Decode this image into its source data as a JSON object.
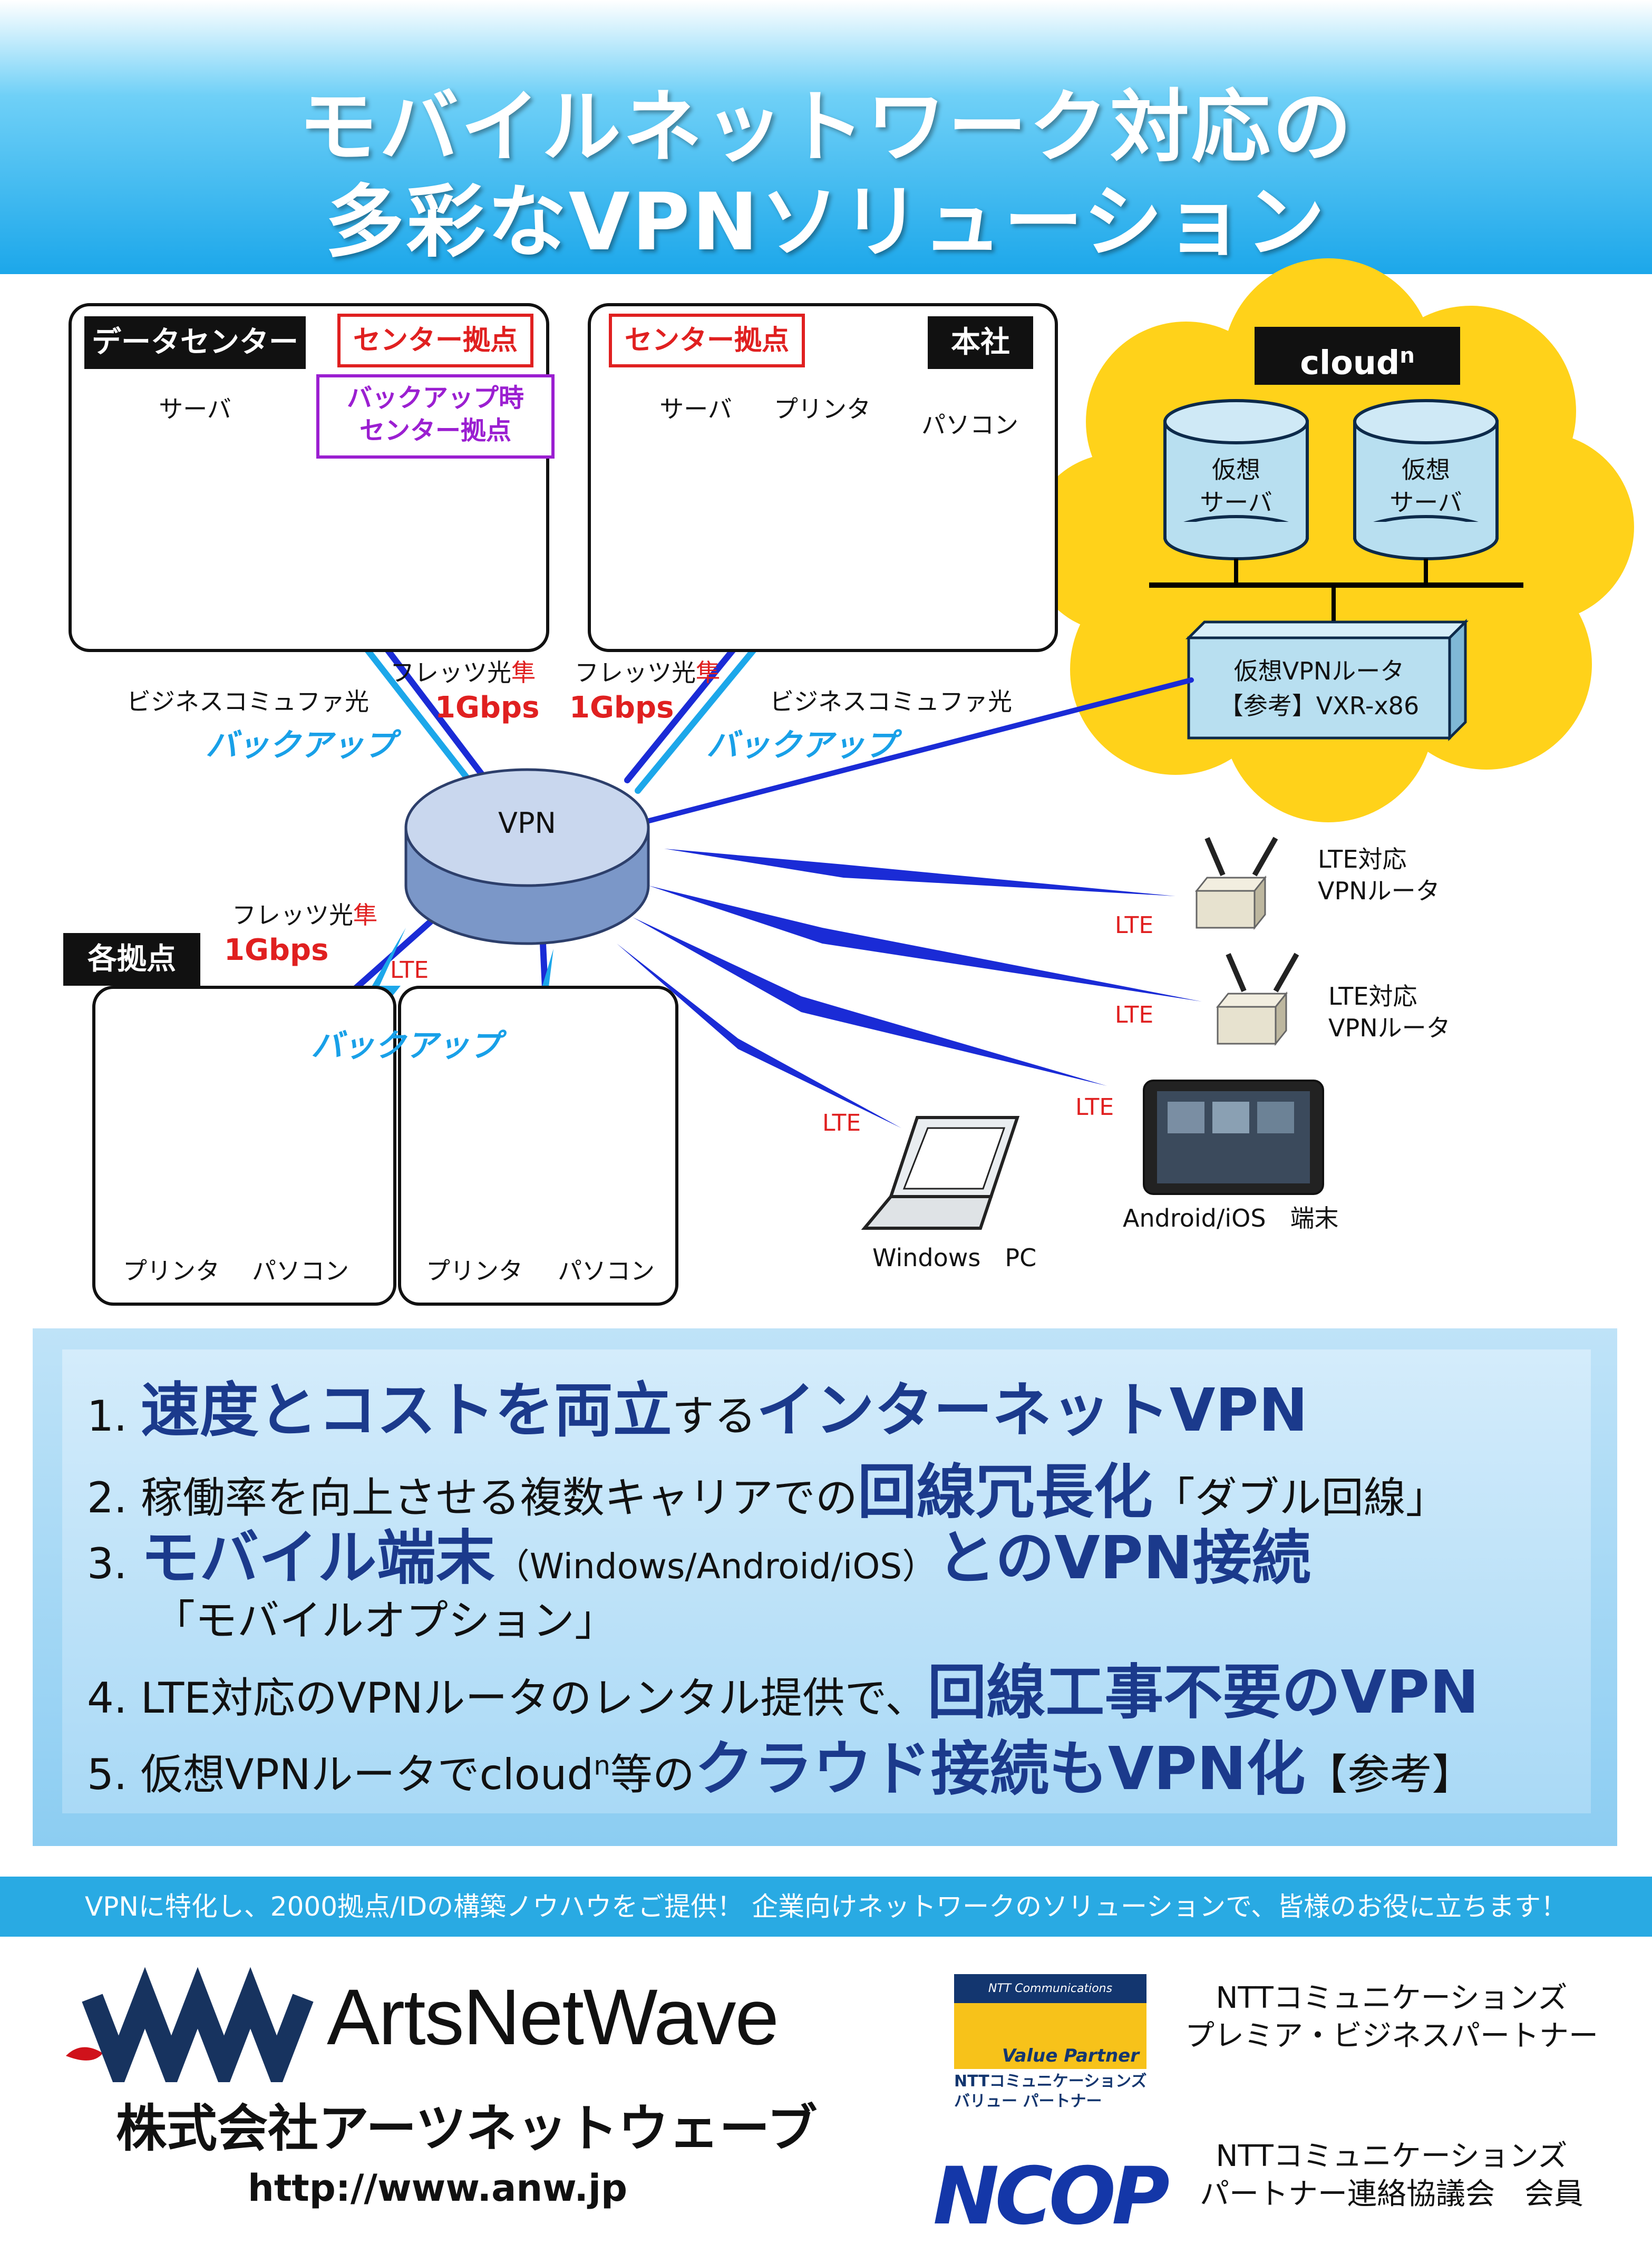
{
  "title": {
    "line1": "モバイルネットワーク対応の",
    "line2": "多彩なVPNソリューション"
  },
  "diagram": {
    "datacenter": {
      "label": "データセンター",
      "center_label": "センター拠点",
      "backup_center_label": "バックアップ時\nセンター拠点",
      "server": "サーバ"
    },
    "headquarters": {
      "label": "本社",
      "center_label": "センター拠点",
      "server": "サーバ",
      "printer": "プリンタ",
      "pc": "パソコン"
    },
    "cloud": {
      "label": "cloud",
      "label_sup": "n",
      "vserver1": "仮想\nサーバ",
      "vserver2": "仮想\nサーバ",
      "vrouter": "仮想VPNルータ\n【参考】VXR-x86"
    },
    "vpn": "VPN",
    "links": {
      "business_left": "ビジネスコミュファ光",
      "flets_left_a": "フレッツ光",
      "flets_left_b": "隼",
      "flets_right_a": "フレッツ光",
      "flets_right_b": "隼",
      "business_right": "ビジネスコミュファ光",
      "speed_left": "1Gbps",
      "speed_right": "1Gbps",
      "backup_left": "バックアップ",
      "backup_right": "バックアップ",
      "branch_flets_a": "フレッツ光",
      "branch_flets_b": "隼",
      "branch_speed": "1Gbps",
      "branch_lte": "LTE",
      "branch_backup": "バックアップ"
    },
    "branches": {
      "label": "各拠点",
      "printer1": "プリンタ",
      "pc1": "パソコン",
      "printer2": "プリンタ",
      "pc2": "パソコン"
    },
    "mobile": {
      "lte1": "LTE",
      "router1": "LTE対応\nVPNルータ",
      "lte2": "LTE",
      "router2": "LTE対応\nVPNルータ",
      "lte3": "LTE",
      "tablet": "Android/iOS　端末",
      "lte4": "LTE",
      "laptop": "Windows　PC"
    }
  },
  "features": [
    {
      "pre": "1. ",
      "b1": "速度とコストを両立",
      "mid": "する",
      "b2": "インターネットVPN",
      "post": ""
    },
    {
      "pre": "2. 稼働率を向上させる複数キャリアでの",
      "b1": "回線冗長化",
      "mid": "「ダブル回線」",
      "b2": "",
      "post": ""
    },
    {
      "pre": "3. ",
      "b1": "モバイル端末",
      "mid": "（Windows/Android/iOS）",
      "b2": "とのVPN接続",
      "post": ""
    },
    {
      "pre": "「モバイルオプション」",
      "b1": "",
      "mid": "",
      "b2": "",
      "post": ""
    },
    {
      "pre": "4. LTE対応のVPNルータのレンタル提供で、",
      "b1": "回線工事不要のVPN",
      "mid": "",
      "b2": "",
      "post": ""
    },
    {
      "pre": "5. 仮想VPNルータでcloud",
      "sup": "n",
      "pre2": "等の",
      "b1": "クラウド接続もVPN化",
      "mid": "【参考】",
      "b2": "",
      "post": ""
    }
  ],
  "tagline": "VPNに特化し、2000拠点/IDの構築ノウハウをご提供！ 企業向けネットワークのソリューションで、皆様のお役に立ちます！",
  "company": {
    "logo": "ArtsNetWave",
    "name": "株式会社アーツネットウェーブ",
    "url": "http://www.anw.jp"
  },
  "partners": {
    "ntt_badge_top": "NTT Communications",
    "ntt_badge_mid": "Value Partner",
    "ntt_badge_bottom": "NTTコミュニケーションズ\nバリュー パートナー",
    "ntt_text": "NTTコミュニケーションズ\nプレミア・ビジネスパートナー",
    "ncop_logo": "NCOP",
    "ncop_text": "NTTコミュニケーションズ\nパートナー連絡協議会　会員"
  },
  "colors": {
    "title_blue": "#1ca7ea",
    "link_blue": "#1a2bd6",
    "backup_cyan": "#18a0e8",
    "red": "#e02020",
    "cloud_yellow": "#ffd21a",
    "feature_navy": "#1b3a8c"
  }
}
